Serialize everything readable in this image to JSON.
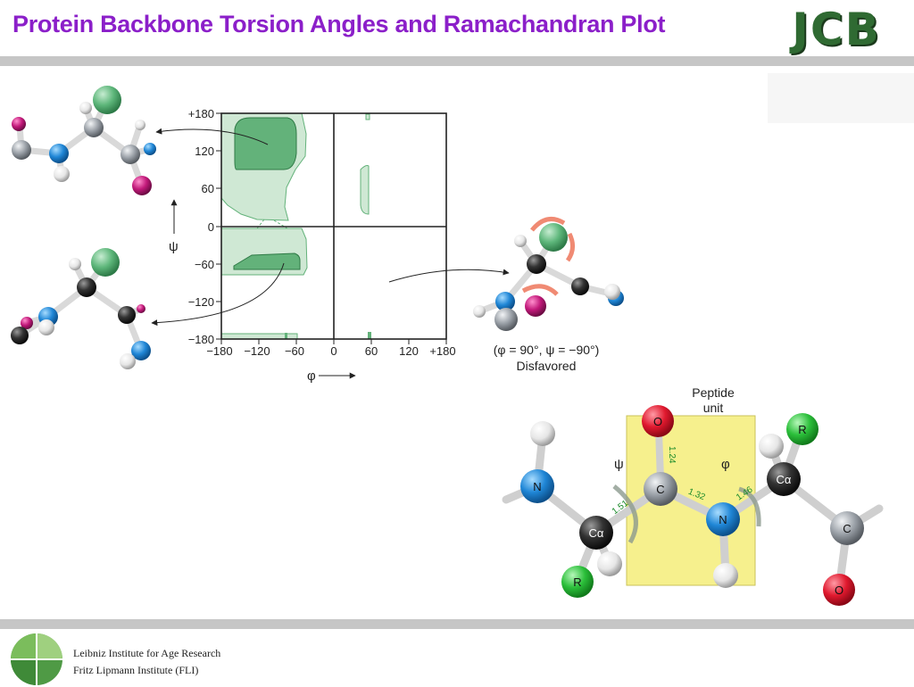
{
  "header": {
    "title": "Protein Backbone Torsion Angles and Ramachandran Plot",
    "logo_text": "JCB"
  },
  "ramachandran": {
    "y_ticks": [
      "+180",
      "120",
      "60",
      "0",
      "−60",
      "−120",
      "−180"
    ],
    "x_ticks": [
      "−180",
      "−120",
      "−60",
      "0",
      "60",
      "120",
      "+180"
    ],
    "x_axis_symbol": "φ",
    "y_axis_symbol": "ψ"
  },
  "disfavored": {
    "angles": "(φ = 90°, ψ = −90°)",
    "label": "Disfavored"
  },
  "peptide": {
    "unit_label_line1": "Peptide",
    "unit_label_line2": "unit",
    "psi_symbol": "ψ",
    "phi_symbol": "φ",
    "atoms": {
      "n_left": "N",
      "ca_left": "Cα",
      "r_left": "R",
      "o_top": "O",
      "c_center": "C",
      "n_center": "N",
      "ca_right": "Cα",
      "r_right": "R",
      "c_right": "C",
      "o_right": "O"
    },
    "bonds": {
      "ca_c": "1.51",
      "c_o": "1.24",
      "c_n": "1.32",
      "n_ca": "1.46"
    }
  },
  "footer": {
    "line1": "Leibniz Institute for Age Research",
    "line2": "Fritz Lipmann Institute (FLI)"
  },
  "colors": {
    "title": "#8b1fc9",
    "region_light": "#cfe8d4",
    "region_dark": "#63b27a",
    "carbon_black": "#222222",
    "carbon_gray": "#8a8f96",
    "nitrogen": "#1f86d6",
    "oxygen": "#e0192e",
    "r_group": "#2bbf3a",
    "hydrogen": "#ececec",
    "sidechain_green": "#4caf68",
    "magenta": "#c2197a",
    "peptide_box": "#f6f08d"
  }
}
